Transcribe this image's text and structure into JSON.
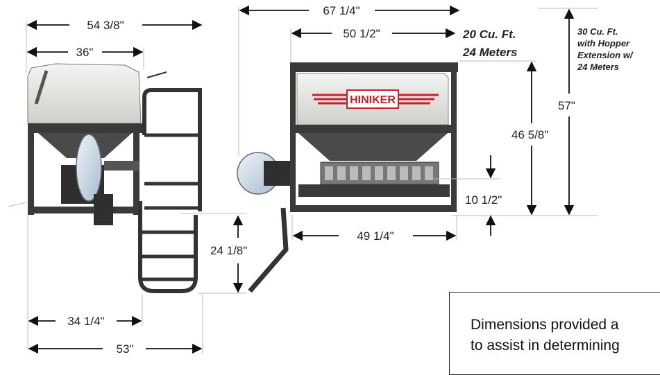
{
  "dimensions": {
    "left_overall_width": "54 3/8\"",
    "left_hopper_width": "36\"",
    "ladder_height": "24 1/8\"",
    "frame_to_ladder": "34 1/4\"",
    "left_base_width": "53\"",
    "right_overall_width": "67 1/4\"",
    "right_hopper_width": "50 1/2\"",
    "right_height": "46 5/8\"",
    "right_total_height": "57\"",
    "conveyor_height": "10 1/2\"",
    "right_base_width": "49 1/4\""
  },
  "capacity": {
    "standard_line1": "20 Cu. Ft.",
    "standard_line2": "24 Meters",
    "extension_line1": "30 Cu. Ft.",
    "extension_line2": "with Hopper",
    "extension_line3": "Extension w/",
    "extension_line4": "24 Meters"
  },
  "brand": {
    "logo_text": "HINIKER"
  },
  "note": {
    "line1": "Dimensions provided a",
    "line2": "to assist in determining"
  },
  "colors": {
    "frame": "#3a3a3a",
    "hopper": "#e9e9e6",
    "accent": "#c8202a",
    "wheel": "#c9d6e4"
  }
}
